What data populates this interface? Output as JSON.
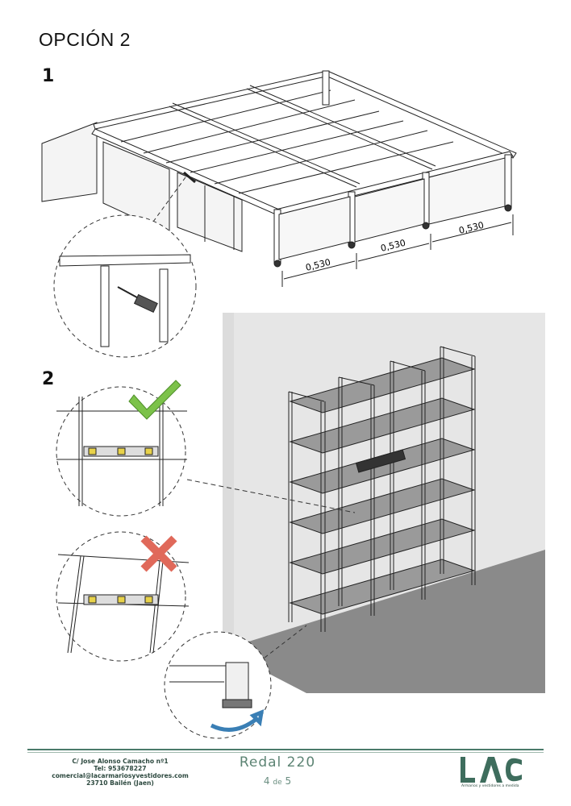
{
  "page": {
    "title": "OPCIÓN 2",
    "step1_number": "1",
    "step2_number": "2"
  },
  "dimensions": {
    "d1": "0,530",
    "d2": "0,530",
    "d3": "0,530"
  },
  "icons": {
    "correct": "check-icon",
    "incorrect": "cross-icon",
    "rotate": "rotate-arrow-icon"
  },
  "colors": {
    "check": "#7cc24a",
    "cross": "#e0695a",
    "rotate": "#3a7fb5",
    "shelf": "#8c8c8c",
    "floor": "#8a8a8a",
    "wall": "#e6e6e6",
    "brand": "#4a7a6a"
  },
  "footer": {
    "address_line1": "C/ Jose Alonso Camacho nº1",
    "address_line2": "Tel: 953678227",
    "address_line3": "comercial@lacarmariosyvestidores.com",
    "address_line4": "23710 Bailén (Jaen)",
    "product": "Redal 220",
    "page_current": "4",
    "page_sep": "de",
    "page_total": "5",
    "logo": "LAC",
    "logo_tagline": "Armarios y vestidores a medida"
  }
}
